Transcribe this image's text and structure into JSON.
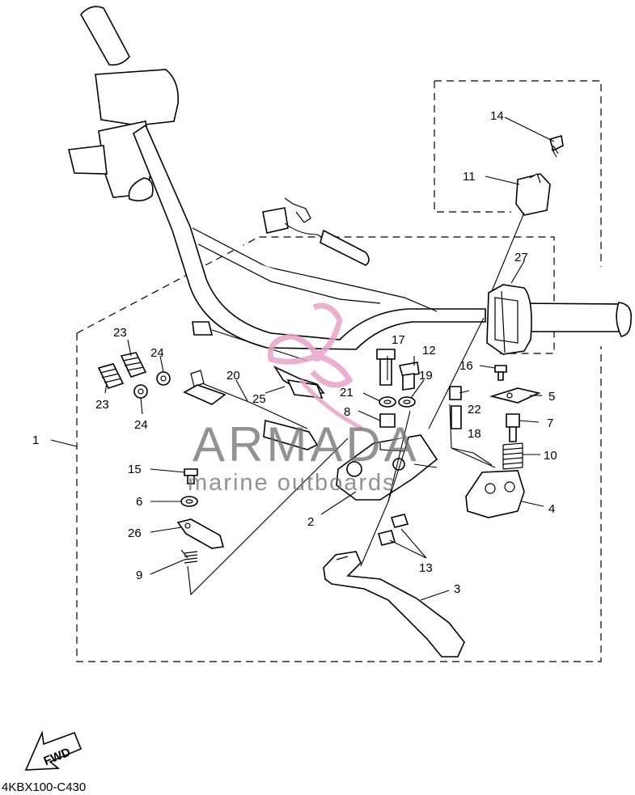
{
  "diagram": {
    "code": "4KBX100-C430",
    "fwd_label": "FWD",
    "watermark": {
      "brand": "ARMADA",
      "tagline": "marine outboards",
      "color": "#e8a3c7"
    },
    "callouts": {
      "c1": "1",
      "c2": "2",
      "c3": "3",
      "c4": "4",
      "c5": "5",
      "c6": "6",
      "c7": "7",
      "c8": "8",
      "c9": "9",
      "c10": "10",
      "c11": "11",
      "c12": "12",
      "c13": "13",
      "c14": "14",
      "c15": "15",
      "c16": "16",
      "c17": "17",
      "c18": "18",
      "c19": "19",
      "c20": "20",
      "c21": "21",
      "c22": "22",
      "c23a": "23",
      "c23b": "23",
      "c24a": "24",
      "c24b": "24",
      "c25": "25",
      "c26": "26",
      "c27": "27"
    }
  }
}
